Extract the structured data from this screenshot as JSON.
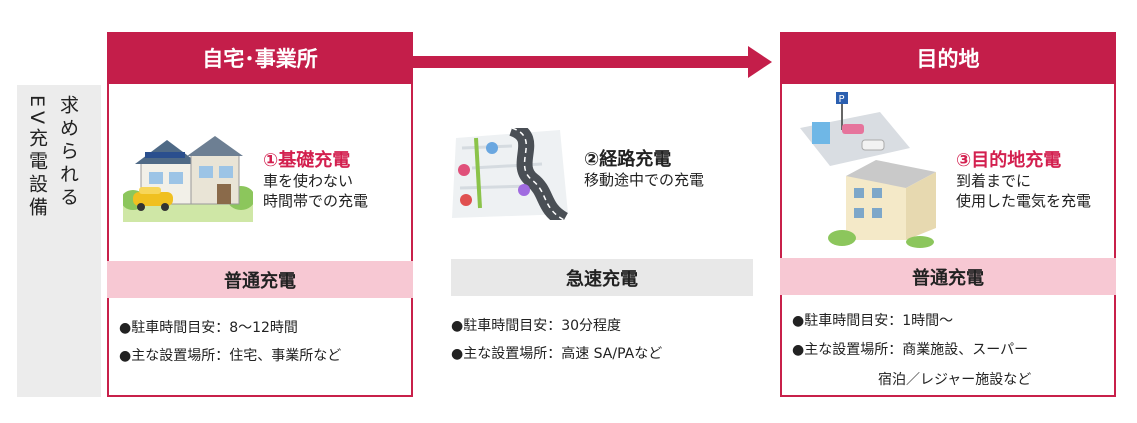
{
  "side_label": {
    "col1": "求められる",
    "col2": "EV充電設備"
  },
  "left": {
    "header": "自宅･事業所",
    "title": "①基礎充電",
    "desc": [
      "車を使わない",
      "時間帯での充電"
    ],
    "band": "普通充電",
    "bullets": [
      "●駐車時間目安：8～12時間",
      "●主な設置場所：住宅、事業所など"
    ]
  },
  "middle": {
    "title": "②経路充電",
    "desc": "移動途中での充電",
    "band": "急速充電",
    "bullets": [
      "●駐車時間目安：30分程度",
      "●主な設置場所：高速 SA/PAなど"
    ]
  },
  "right": {
    "header": "目的地",
    "title": "③目的地充電",
    "desc": [
      "到着までに",
      "使用した電気を充電"
    ],
    "band": "普通充電",
    "bullets": [
      "●駐車時間目安：1時間～",
      "●主な設置場所：商業施設、スーパー",
      "宿泊／レジャー施設など"
    ]
  },
  "colors": {
    "accent": "#c41e4a",
    "pink_band": "#f7c8d3",
    "gray_band": "#e8e8e8",
    "side_panel": "#ececec"
  },
  "icons": [
    "house-illustration",
    "road-map-illustration",
    "parking-building-illustration",
    "parking-sign-icon",
    "map-pin-icon",
    "flow-arrow"
  ]
}
